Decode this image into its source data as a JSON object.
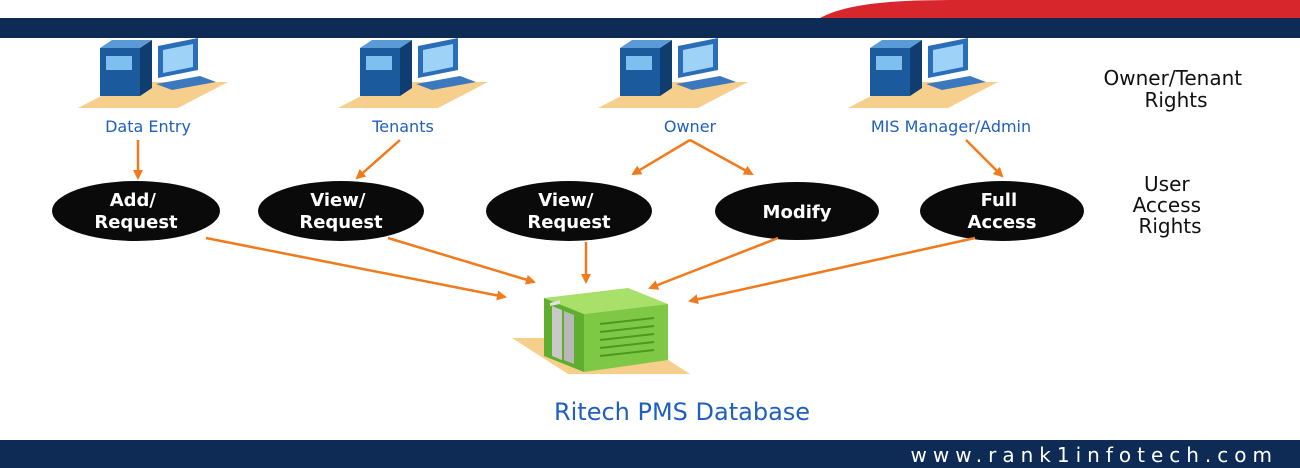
{
  "side_labels": {
    "owner_tenant": [
      "Owner/Tenant",
      "Rights"
    ],
    "user_access": [
      "User",
      "Access",
      "Rights"
    ]
  },
  "roles": [
    "Data Entry",
    "Tenants",
    "Owner",
    "MIS Manager/Admin"
  ],
  "access_nodes": [
    [
      "Add/",
      "Request"
    ],
    [
      "View/",
      "Request"
    ],
    [
      "View/",
      "Request"
    ],
    [
      "Modify"
    ],
    [
      "Full",
      "Access"
    ]
  ],
  "database_label": "Ritech PMS Database",
  "footer_url": "www.rank1infotech.com",
  "colors": {
    "navy": "#0d2b55",
    "red": "#d7262c",
    "arrow": "#f07a1c",
    "label_blue": "#1f5fbf",
    "desk": "#f6cf8d"
  },
  "icons": {
    "role": "computer-workstation-icon",
    "database": "server-database-icon"
  }
}
